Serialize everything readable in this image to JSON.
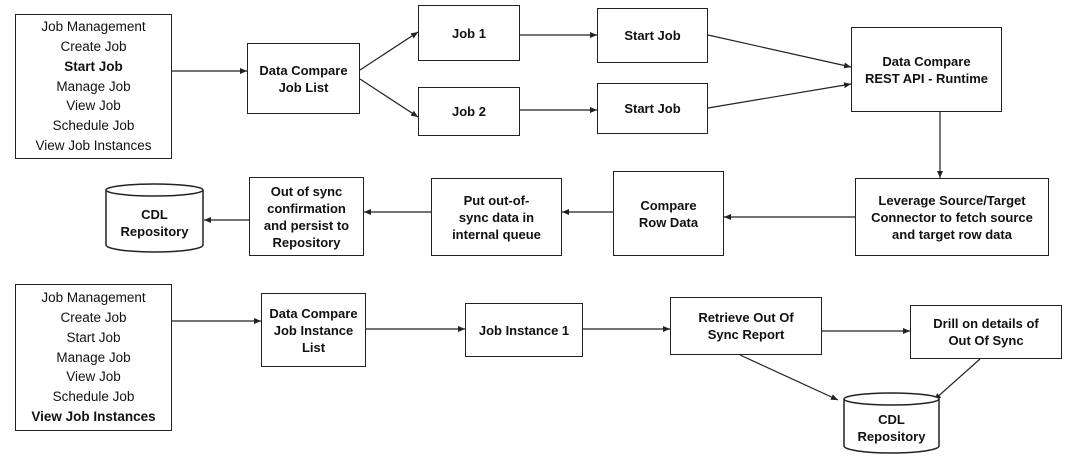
{
  "menu_top": {
    "items": [
      "Job Management",
      "Create Job",
      "Start Job",
      "Manage Job",
      "View Job",
      "Schedule Job",
      "View Job Instances"
    ],
    "bold_item": "Start Job"
  },
  "menu_bottom": {
    "items": [
      "Job Management",
      "Create Job",
      "Start Job",
      "Manage Job",
      "View Job",
      "Schedule Job",
      "View Job Instances"
    ],
    "bold_item": "View Job Instances"
  },
  "nodes": {
    "job_list": [
      "Data Compare",
      "Job List"
    ],
    "job1": [
      "Job 1"
    ],
    "job2": [
      "Job 2"
    ],
    "start_job_1": [
      "Start Job"
    ],
    "start_job_2": [
      "Start Job"
    ],
    "rest_api": [
      "Data Compare",
      "REST API - Runtime"
    ],
    "leverage": [
      "Leverage Source/Target",
      "Connector to fetch source",
      "and target row data"
    ],
    "compare_row": [
      "Compare",
      "Row Data"
    ],
    "put_queue": [
      "Put out-of-",
      "sync data in",
      "internal queue"
    ],
    "confirm": [
      "Out of sync",
      "confirmation",
      "and persist to",
      "Repository"
    ],
    "cdl_top": [
      "CDL",
      "Repository"
    ],
    "instance_list": [
      "Data Compare",
      "Job Instance",
      "List"
    ],
    "instance1": [
      "Job Instance 1"
    ],
    "retrieve": [
      "Retrieve Out Of",
      "Sync Report"
    ],
    "drill": [
      "Drill on details of",
      "Out Of Sync"
    ],
    "cdl_bottom": [
      "CDL",
      "Repository"
    ]
  },
  "colors": {
    "line": "#222222",
    "background": "#ffffff"
  }
}
